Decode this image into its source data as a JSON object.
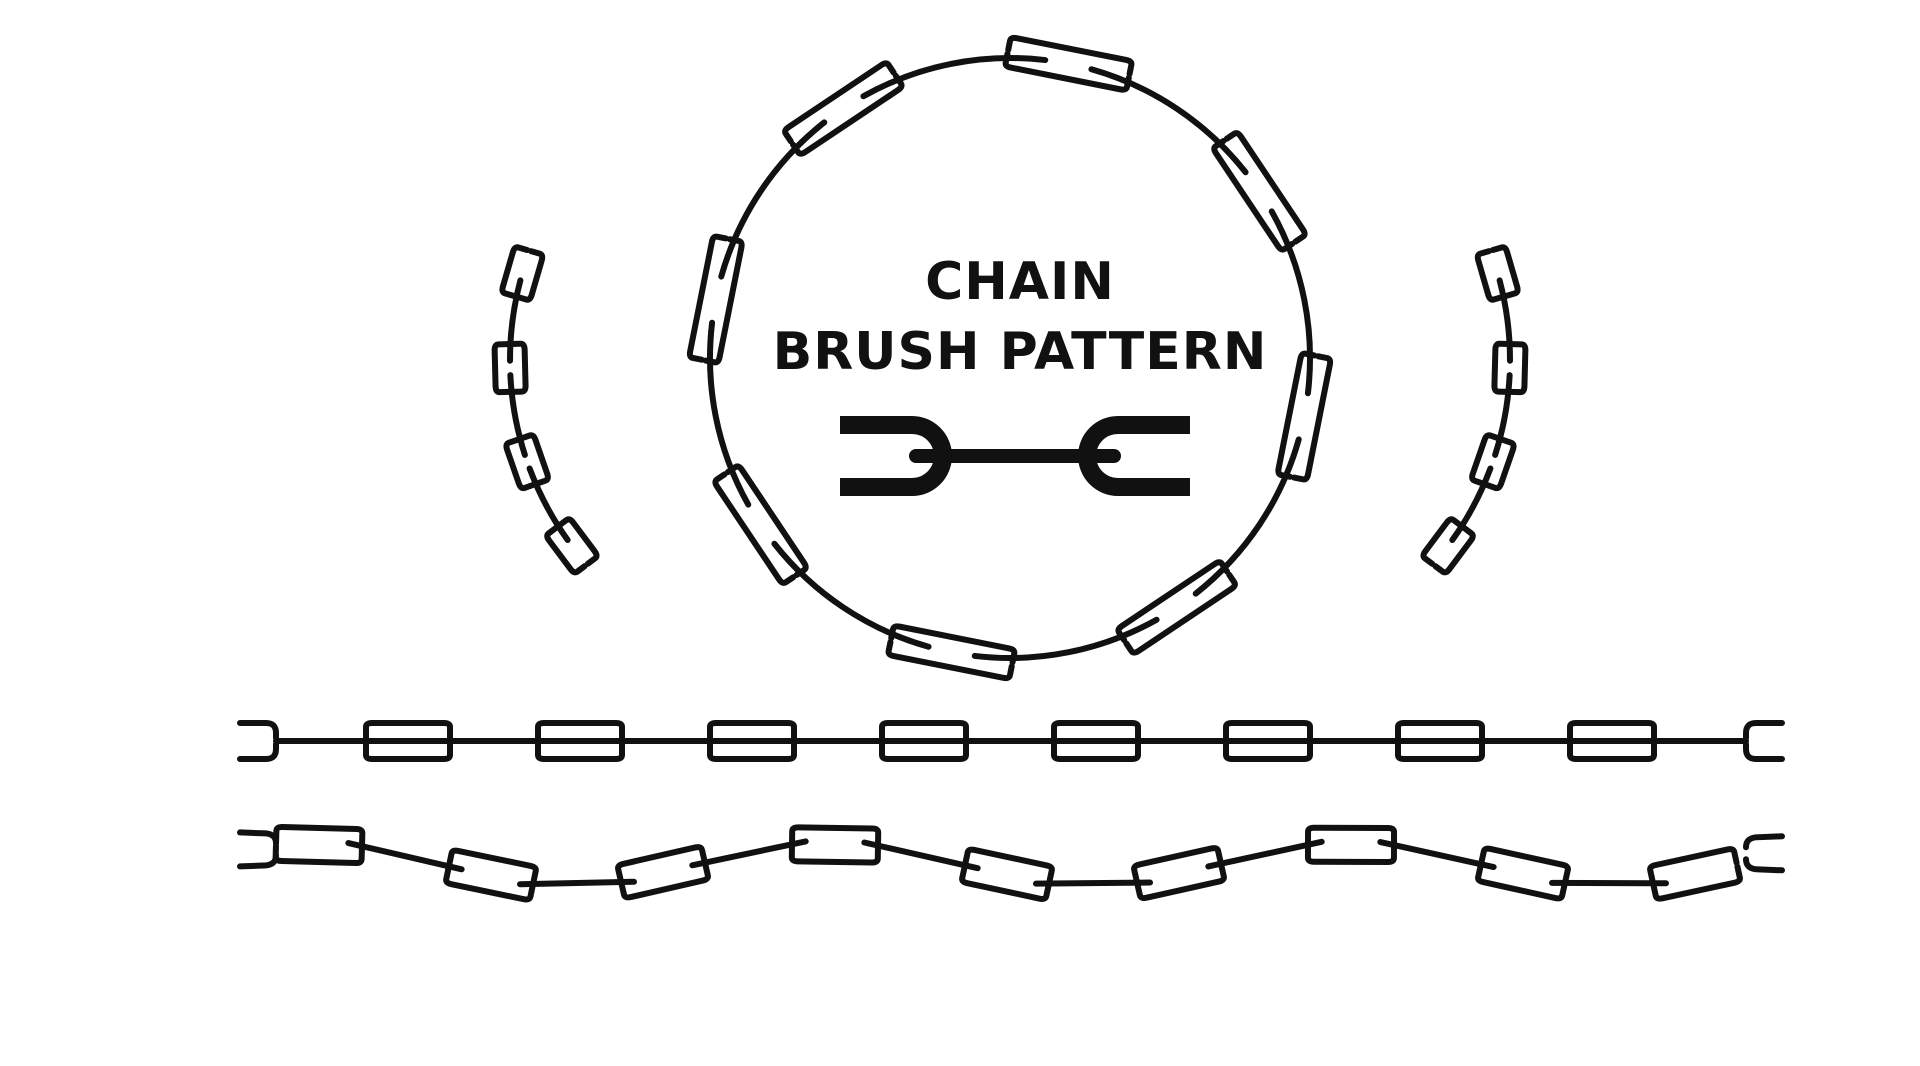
{
  "title": {
    "line1": "CHAIN",
    "line2": "BRUSH PATTERN"
  },
  "colors": {
    "background": "#ffffff",
    "ink": "#111111"
  },
  "icons": [
    "broken-chain-icon"
  ],
  "elements": [
    "circular-chain",
    "left-chain-arc",
    "right-chain-arc",
    "straight-chain",
    "wavy-chain"
  ]
}
